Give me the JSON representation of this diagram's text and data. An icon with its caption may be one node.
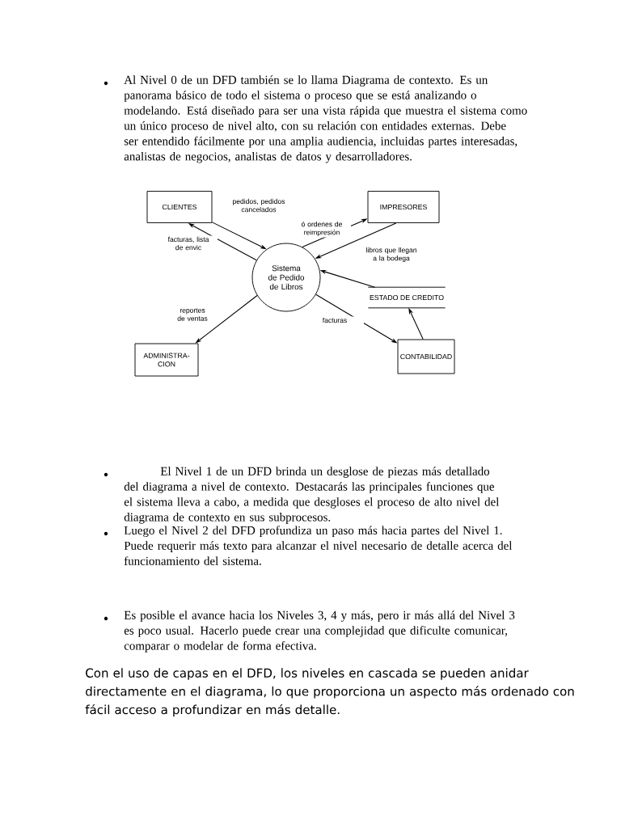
{
  "diagram": {
    "nodes": [
      {
        "text": [
          "CLIENTES"
        ]
      },
      {
        "text": [
          "IMPRESORES"
        ]
      },
      {
        "text": [
          "Sistema de Pedido de Libros"
        ]
      },
      {
        "text": [
          "ESTADO DE CREDITO"
        ]
      },
      {
        "text": [
          "ADMINISTRA-CION"
        ]
      },
      {
        "text": [
          "CONTABILIDAD"
        ]
      }
    ],
    "edges": [
      {
        "from": 0,
        "to": 2,
        "arrow": "to",
        "label": "pedidos, pedidos cancelados"
      },
      {
        "from": 2,
        "to": 0,
        "arrow": "to",
        "label": "facturas, lista de envic"
      },
      {
        "from": 2,
        "to": 1,
        "arrow": "to",
        "label": "ó ordenes de reimpresión"
      },
      {
        "from": 1,
        "to": 2,
        "arrow": "to",
        "label": "libros que llegan a la bodega"
      },
      {
        "from": 3,
        "to": 2,
        "arrow": "to"
      },
      {
        "from": 2,
        "to": 4,
        "arrow": "to",
        "label": "reportes de ventas"
      },
      {
        "from": 2,
        "to": 5,
        "arrow": "to",
        "label": "facturas"
      },
      {
        "from": 5,
        "to": 3,
        "arrow": "to"
      }
    ],
    "labels": [
      "Al Nivel 0 de un DFD también se lo llama Diagrama de contexto. Es un panorama básico de todo el sistema o proceso que se está analizando o modelando. Está diseñado para ser una vista rápida que muestra el sistema como un único proceso de nivel alto, con su relación con entidades externas. Debe ser entendido fácilmente por una amplia audiencia, incluidas partes interesadas, analistas de negocios, analistas de datos y desarrolladores.",
      "El Nivel 1 de un DFD brinda un desglose de piezas más detallado del diagrama a nivel de contexto. Destacarás las principales funciones que el sistema lleva a cabo, a medida que desgloses el proceso de alto nivel del diagrama de contexto en sus subprocesos.",
      "Luego el Nivel 2 del DFD profundiza un paso más hacia partes del Nivel 1. Puede requerir más texto para alcanzar el nivel necesario de detalle acerca del funcionamiento del sistema.",
      "Es posible el avance hacia los Niveles 3, 4 y más, pero ir más allá del Nivel 3 es poco usual. Hacerlo puede crear una complejidad que dificulte comunicar, comparar o modelar de forma efectiva.",
      "Con el uso de capas en el DFD, los niveles en cascada se pueden anidar directamente en el diagrama, lo que proporciona un aspecto más ordenado con fácil acceso a profundizar en más detalle."
    ]
  }
}
